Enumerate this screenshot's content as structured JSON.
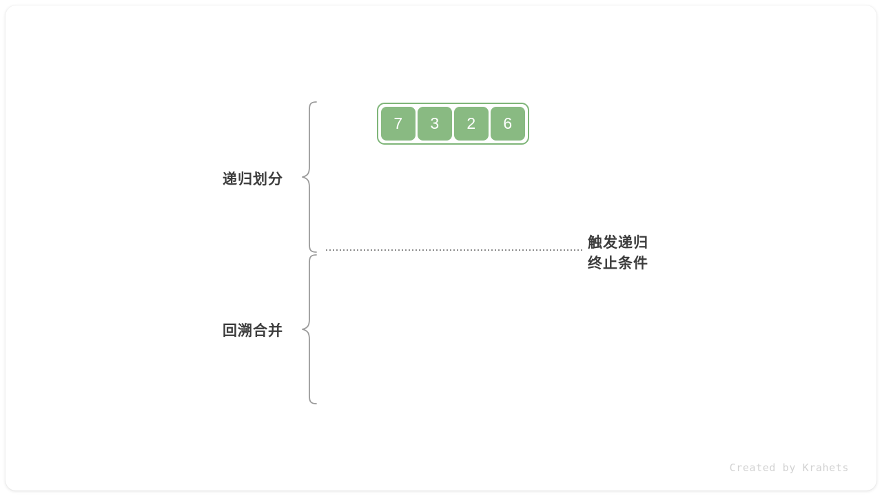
{
  "figure": {
    "background_color": "#ffffff",
    "card_color": "#ffffff",
    "accent_green": "#89BA82",
    "accent_green_border": "#7FB579",
    "text_color": "#3C3C3C",
    "divider_color": "#8a8a8a"
  },
  "array": {
    "name": "input-array",
    "cells": [
      {
        "value": "7"
      },
      {
        "value": "3"
      },
      {
        "value": "2"
      },
      {
        "value": "6"
      }
    ]
  },
  "braces": {
    "divide": {
      "label": "递归划分"
    },
    "merge": {
      "label": "回溯合并"
    }
  },
  "annotation": {
    "line1": "触发递归",
    "line2": "终止条件"
  },
  "footer": {
    "credit": "Created by Krahets"
  }
}
